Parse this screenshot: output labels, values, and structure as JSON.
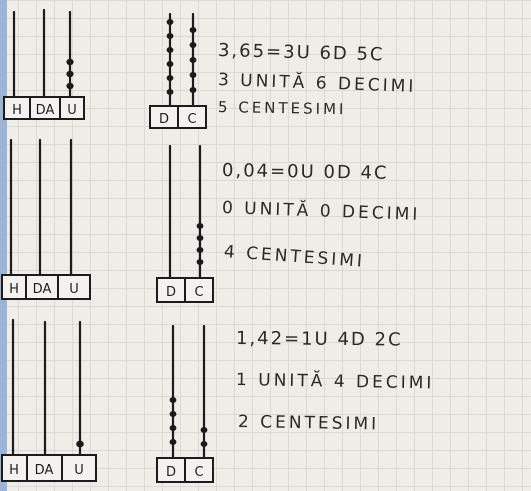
{
  "abaci": [
    {
      "integer_labels": [
        "H",
        "DA",
        "U"
      ],
      "decimal_labels": [
        "D",
        "C"
      ],
      "equation": "3,65=3U 6D 5C",
      "line_units": "3 UNITĂ 6 DECIMI",
      "line_hundredths": "5 CENTESIMI"
    },
    {
      "integer_labels": [
        "H",
        "DA",
        "U"
      ],
      "decimal_labels": [
        "D",
        "C"
      ],
      "equation": "0,04=0U 0D 4C",
      "line_units": "0 UNITĂ 0 DECIMI",
      "line_hundredths": "4 CENTESIMI"
    },
    {
      "integer_labels": [
        "H",
        "DA",
        "U"
      ],
      "decimal_labels": [
        "D",
        "C"
      ],
      "equation": "1,42=1U 4D 2C",
      "line_units": "1 UNITĂ 4 DECIMI",
      "line_hundredths": "2 CENTESIMI"
    }
  ]
}
